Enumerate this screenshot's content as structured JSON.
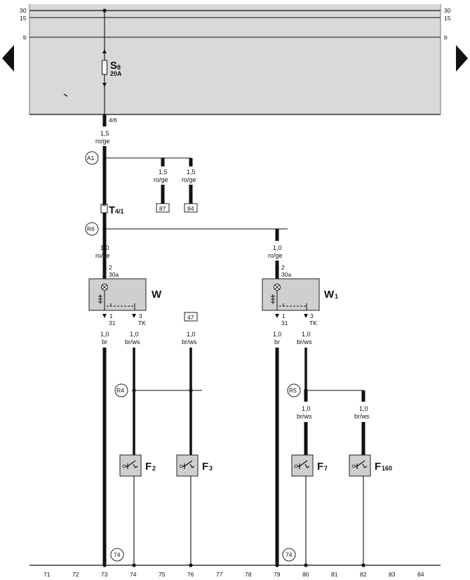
{
  "relay_panel": {
    "rails": [
      {
        "left": "30",
        "right": "30"
      },
      {
        "left": "15",
        "right": "15"
      },
      {
        "left": "b",
        "right": "b"
      }
    ],
    "fuse": {
      "name_main": "S",
      "name_sub": "8",
      "rating": "20A"
    },
    "connector_label": "4/6"
  },
  "wire_specs": {
    "main_feed": {
      "size": "1,5",
      "color": "ro/ge"
    },
    "branch_87": {
      "size": "1,5",
      "color": "ro/ge"
    },
    "branch_94": {
      "size": "1,5",
      "color": "ro/ge"
    },
    "to_w": {
      "size": "1,0",
      "color": "ro/ge"
    },
    "to_w1": {
      "size": "1,0",
      "color": "ro/ge"
    },
    "w_gnd": {
      "size": "1,0",
      "color": "br"
    },
    "w_tk": {
      "size": "1,0",
      "color": "br/ws"
    },
    "w_47": {
      "size": "1,0",
      "color": "br/ws"
    },
    "w1_gnd": {
      "size": "1,0",
      "color": "br"
    },
    "w1_tk": {
      "size": "1,0",
      "color": "br/ws"
    },
    "f7_wire": {
      "size": "1,0",
      "color": "br/ws"
    },
    "f160_wire": {
      "size": "1,0",
      "color": "br/ws"
    }
  },
  "connectors": {
    "a1": "A1",
    "r6": "R6",
    "r4": "R4",
    "r5": "R5",
    "t41_main": "T",
    "t41_sub": "4/1",
    "ground_left": "74",
    "ground_right": "74"
  },
  "terminals": {
    "t87": "87",
    "t94": "94",
    "t47": "47"
  },
  "components": {
    "w": {
      "name_main": "W",
      "name_sub": "",
      "pin_top_num": "2",
      "pin_top_name": "30a",
      "pin_gnd_num": "1",
      "pin_gnd_name": "31",
      "pin_tk_num": "3",
      "pin_tk_name": "TK"
    },
    "w1": {
      "name_main": "W",
      "name_sub": "1",
      "pin_top_num": "2",
      "pin_top_name": "30a",
      "pin_gnd_num": "1",
      "pin_gnd_name": "31",
      "pin_tk_num": "3",
      "pin_tk_name": "TK"
    },
    "f2": {
      "name_main": "F",
      "name_sub": "2"
    },
    "f3": {
      "name_main": "F",
      "name_sub": "3"
    },
    "f7": {
      "name_main": "F",
      "name_sub": "7"
    },
    "f160": {
      "name_main": "F",
      "name_sub": "160"
    }
  },
  "nav": {
    "prev": "previous-page-arrow",
    "next": "next-page-arrow"
  },
  "track_numbers": [
    "71",
    "72",
    "73",
    "74",
    "75",
    "76",
    "77",
    "78",
    "79",
    "80",
    "81",
    "82",
    "83",
    "84"
  ]
}
